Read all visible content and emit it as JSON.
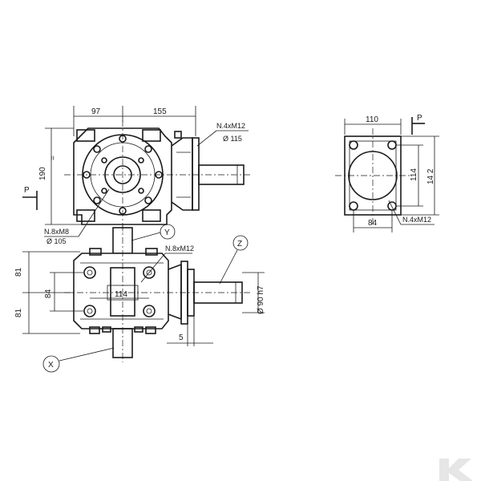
{
  "dimensions": {
    "top_width_left": "97",
    "top_width_right": "155",
    "top_height": "190",
    "flange_bolts": "N.4xM12",
    "flange_dia": "Ø 115",
    "bottom_bolts": "N.8xM8",
    "bottom_dia": "Ø 105",
    "front_bolts": "N.8xM12",
    "front_height_upper": "81",
    "front_height_lower": "81",
    "front_inner_height": "84",
    "front_width": "114",
    "shaft_dia": "Ø 90 h7",
    "shaft_offset": "5",
    "flange_width": "110",
    "flange_height_outer": "14 2",
    "flange_height_inner": "114",
    "flange_bottom_width": "84",
    "flange_holes": "N.4xM12"
  },
  "labels": {
    "view_p_left": "P",
    "view_p_right": "P",
    "marker_y": "Y",
    "marker_z": "Z",
    "marker_x": "X",
    "equal": "="
  },
  "watermark": "K"
}
